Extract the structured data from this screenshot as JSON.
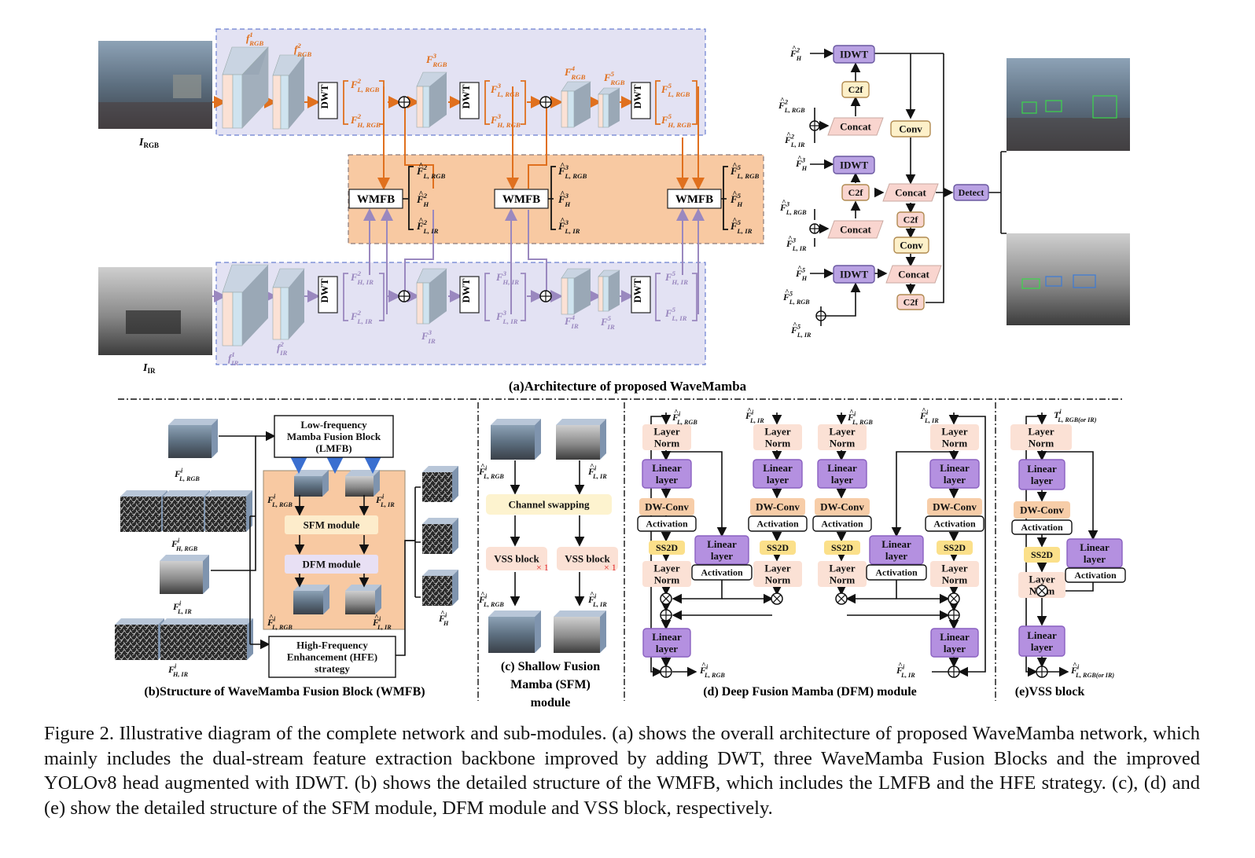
{
  "panels": {
    "a": "(a)Architecture of proposed WaveMamba",
    "b": "(b)Structure of  WaveMamba Fusion Block (WMFB)",
    "c": [
      "(c) Shallow Fusion",
      "Mamba (SFM)",
      "module"
    ],
    "d": "(d) Deep Fusion Mamba (DFM) module",
    "e": "(e)VSS block"
  },
  "archA": {
    "inputs": {
      "rgb": "I",
      "rgb_sub": "RGB",
      "ir": "I",
      "ir_sub": "IR"
    },
    "rgb_feats": [
      {
        "b": "f",
        "sup": "1",
        "sub": "RGB"
      },
      {
        "b": "f",
        "sup": "2",
        "sub": "RGB"
      },
      {
        "b": "F",
        "sup": "3",
        "sub": "RGB"
      },
      {
        "b": "F",
        "sup": "4",
        "sub": "RGB"
      },
      {
        "b": "F",
        "sup": "5",
        "sub": "RGB"
      }
    ],
    "ir_feats": [
      {
        "b": "f",
        "sup": "1",
        "sub": "IR"
      },
      {
        "b": "f",
        "sup": "2",
        "sub": "IR"
      },
      {
        "b": "F",
        "sup": "3",
        "sub": "IR"
      },
      {
        "b": "F",
        "sup": "4",
        "sub": "IR"
      },
      {
        "b": "F",
        "sup": "5",
        "sub": "IR"
      }
    ],
    "dwt": "DWT",
    "wmfb": "WMFB",
    "rgb_dwt_out": [
      {
        "sup": "2",
        "sub": "L, RGB"
      },
      {
        "sup": "2",
        "sub": "H, RGB"
      },
      {
        "sup": "3",
        "sub": "L, RGB"
      },
      {
        "sup": "3",
        "sub": "H, RGB"
      },
      {
        "sup": "5",
        "sub": "L, RGB"
      },
      {
        "sup": "5",
        "sub": "H, RGB"
      }
    ],
    "ir_dwt_out": [
      {
        "sup": "2",
        "sub": "H, IR"
      },
      {
        "sup": "2",
        "sub": "L, IR"
      },
      {
        "sup": "3",
        "sub": "H, IR"
      },
      {
        "sup": "3",
        "sub": "L, IR"
      },
      {
        "sup": "5",
        "sub": "H, IR"
      },
      {
        "sup": "5",
        "sub": "L, IR"
      }
    ],
    "wmfb_out": [
      [
        {
          "sup": "2",
          "sub": "L, RGB"
        },
        {
          "sup": "2",
          "sub": "H"
        },
        {
          "sup": "2",
          "sub": "L, IR"
        }
      ],
      [
        {
          "sup": "3",
          "sub": "L, RGB"
        },
        {
          "sup": "3",
          "sub": "H"
        },
        {
          "sup": "3",
          "sub": "L, IR"
        }
      ],
      [
        {
          "sup": "5",
          "sub": "L, RGB"
        },
        {
          "sup": "5",
          "sub": "H"
        },
        {
          "sup": "5",
          "sub": "L, IR"
        }
      ]
    ]
  },
  "head": {
    "idwt": "IDWT",
    "c2f": "C2f",
    "concat": "Concat",
    "conv": "Conv",
    "detect": "Detect",
    "labels": [
      {
        "sup": "2",
        "sub": "H"
      },
      {
        "sup": "2",
        "sub": "L, RGB"
      },
      {
        "sup": "2",
        "sub": "L, IR"
      },
      {
        "sup": "3",
        "sub": "H"
      },
      {
        "sup": "3",
        "sub": "L, RGB"
      },
      {
        "sup": "3",
        "sub": "L, IR"
      },
      {
        "sup": "5",
        "sub": "H"
      },
      {
        "sup": "5",
        "sub": "L, RGB"
      },
      {
        "sup": "5",
        "sub": "L, IR"
      }
    ]
  },
  "wmfbB": {
    "lmfb": [
      "Low-frequency",
      "Mamba Fusion  Block",
      "(LMFB)"
    ],
    "hfe": [
      "High-Frequency",
      "Enhancement (HFE)",
      "strategy"
    ],
    "sfm": "SFM module",
    "dfm": "DFM module",
    "labels": [
      {
        "b": "F",
        "sup": "i",
        "sub": "L, RGB"
      },
      {
        "b": "F",
        "sup": "i",
        "sub": "H, RGB"
      },
      {
        "b": "F",
        "sup": "i",
        "sub": "L, IR"
      },
      {
        "b": "F",
        "sup": "i",
        "sub": "H, IR"
      },
      {
        "b": "F",
        "sup": "i",
        "sub": "L, RGB"
      },
      {
        "b": "F",
        "sup": "i",
        "sub": "L, IR"
      },
      {
        "b": "F",
        "sup": "i",
        "sub": "L, RGB"
      },
      {
        "b": "F",
        "sup": "i",
        "sub": "L, IR"
      },
      {
        "b": "F",
        "sup": "i",
        "sub": "H"
      }
    ]
  },
  "sfmC": {
    "swap": "Channel swapping",
    "vss": "VSS block",
    "times": "× 1",
    "labels": [
      {
        "sup": "i",
        "sub": "L, RGB"
      },
      {
        "sup": "i",
        "sub": "L, IR"
      },
      {
        "sup": "i",
        "sub": "L, RGB"
      },
      {
        "sup": "i",
        "sub": "L, IR"
      }
    ]
  },
  "dfmD": {
    "layernorm": [
      "Layer",
      "Norm"
    ],
    "linear": [
      "Linear",
      "layer"
    ],
    "dwconv": "DW-Conv",
    "activation": "Activation",
    "ss2d": "SS2D",
    "labels": [
      {
        "sup": "i",
        "sub": "L, RGB"
      },
      {
        "sup": "i",
        "sub": "L, IR"
      },
      {
        "sup": "i",
        "sub": "L, RGB"
      },
      {
        "sup": "i",
        "sub": "L, IR"
      },
      {
        "sup": "i",
        "sub": "L, RGB"
      },
      {
        "sup": "i",
        "sub": "L, IR"
      }
    ]
  },
  "vssE": {
    "in": {
      "b": "T",
      "sup": "i",
      "sub": "L, RGB(or IR)"
    },
    "out": {
      "b": "F",
      "sup": "i",
      "sub": "L, RGB(or IR)"
    }
  },
  "caption": "Figure 2.  Illustrative diagram of the complete network and sub-modules.  (a) shows the overall architecture of proposed WaveMamba network, which mainly includes the dual-stream feature extraction backbone improved by adding DWT, three WaveMamba Fusion Blocks and the improved YOLOv8 head augmented with IDWT. (b) shows the detailed structure of the WMFB, which includes the LMFB and the HFE strategy. (c), (d) and (e) show the detailed structure of the SFM module, DFM module and VSS block, respectively.",
  "colors": {
    "orange": "#e0701e",
    "purple": "#9a88bf",
    "lavenderBg": "#e3e2f3",
    "peachBg": "#f8c9a2",
    "idwt": "#b9a2e3",
    "concat": "#f9d5cf",
    "conv": "#fdf0c9",
    "linear": "#b490e0",
    "layernorm": "#fbe1d5",
    "dwconv": "#f7cda8",
    "ss2d": "#fbe08a"
  }
}
